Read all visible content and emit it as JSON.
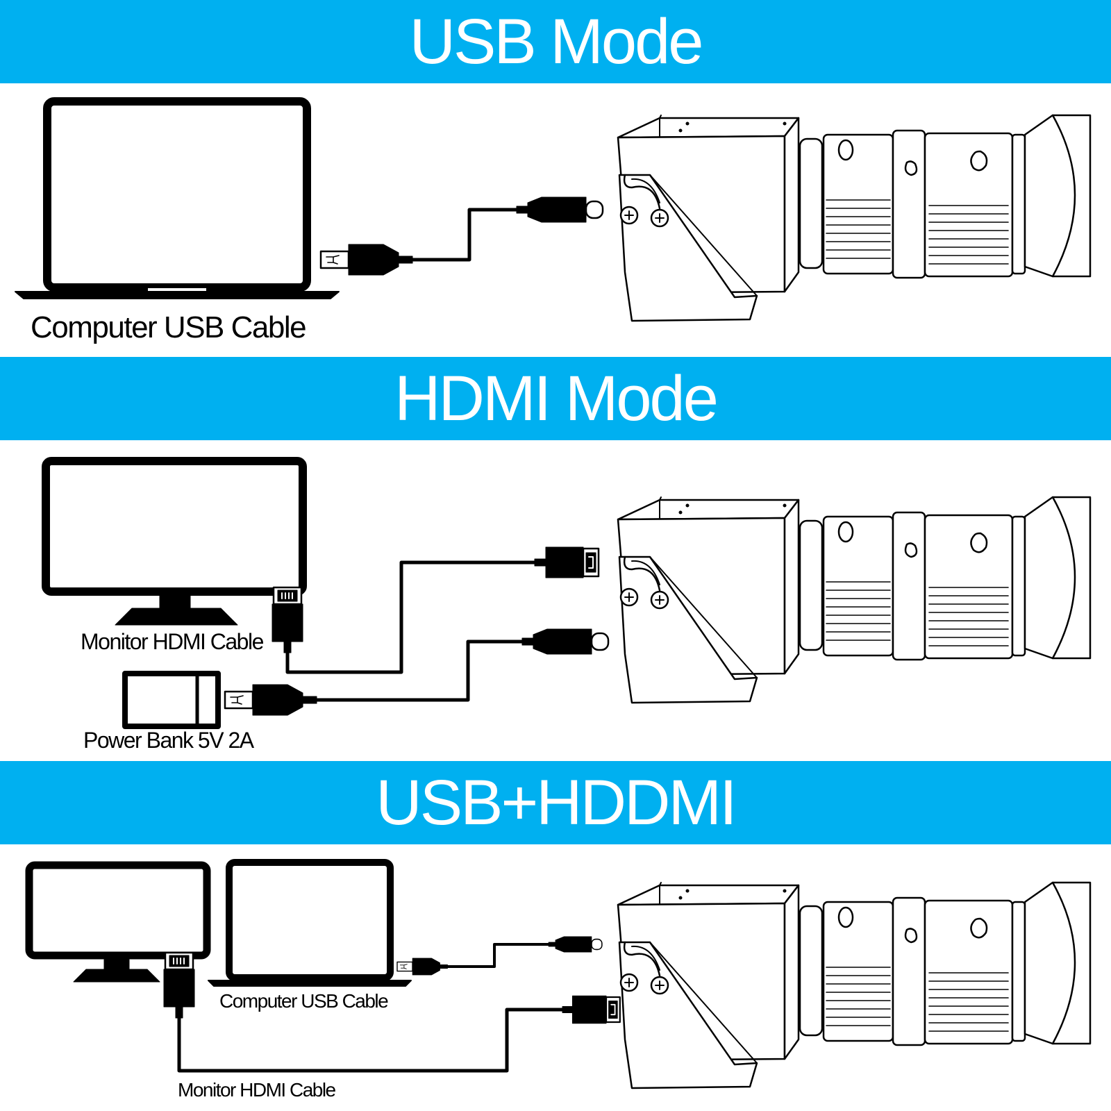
{
  "sections": [
    {
      "title": "USB Mode",
      "labels": [
        "Computer USB Cable"
      ]
    },
    {
      "title": "HDMI Mode",
      "labels": [
        "Monitor HDMI Cable",
        "Power Bank 5V 2A"
      ]
    },
    {
      "title": "USB+HDDMI",
      "labels": [
        "Computer USB Cable",
        "Monitor HDMI Cable"
      ]
    }
  ],
  "colors": {
    "banner": "#00b0f0",
    "banner_text": "#ffffff",
    "line_art": "#000000",
    "background": "#ffffff"
  },
  "icons": [
    "laptop-icon",
    "monitor-icon",
    "power-bank-icon",
    "camera-icon",
    "usb-a-plug-icon",
    "usb-c-plug-icon",
    "hdmi-plug-icon"
  ]
}
